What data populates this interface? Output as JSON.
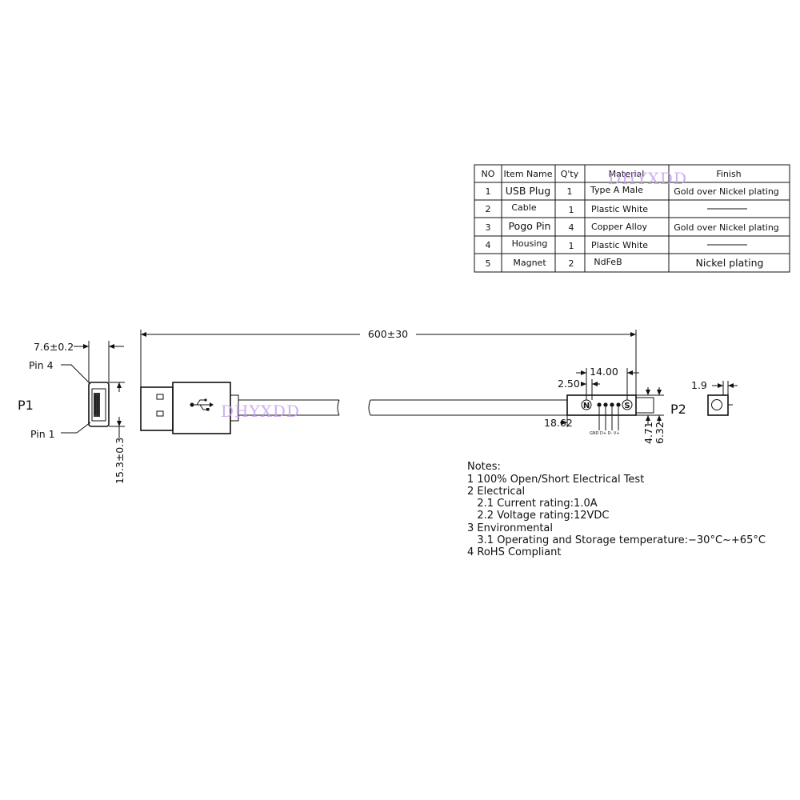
{
  "table": {
    "headers": [
      "NO",
      "Item Name",
      "Q'ty",
      "Material",
      "Finish"
    ],
    "rows": [
      [
        "1",
        "USB Plug",
        "1",
        "Type A Male",
        "Gold over Nickel plating"
      ],
      [
        "2",
        "Cable",
        "1",
        "Plastic  White",
        ""
      ],
      [
        "3",
        "Pogo Pin",
        "4",
        "Copper  Alloy",
        "Gold over Nickel plating"
      ],
      [
        "4",
        "Housing",
        "1",
        "Plastic  White",
        ""
      ],
      [
        "5",
        "Magnet",
        "2",
        "NdFeB",
        "Nickel plating"
      ]
    ]
  },
  "watermark": "DHYXDD",
  "labels": {
    "p1": "P1",
    "p2": "P2",
    "pin4": "Pin 4",
    "pin1": "Pin 1"
  },
  "dimensions": {
    "d_width_p1": "7.6±0.2",
    "d_height_p1": "15.3±0.3",
    "d_length": "600±30",
    "d_14": "14.00",
    "d_250": "2.50",
    "d_1862": "18.62",
    "d_471": "4.71",
    "d_632": "6.32",
    "d_19": "1.9"
  },
  "pogo": {
    "left_mark": "N",
    "right_mark": "S",
    "pins_label": "GND D+ D- V+"
  },
  "notes": {
    "title": "Notes:",
    "lines": [
      "1 100% Open/Short Electrical Test",
      "2 Electrical",
      "   2.1 Current rating:1.0A",
      "   2.2 Voltage rating:12VDC",
      "3 Environmental",
      "   3.1 Operating and Storage temperature:−30°C~+65°C",
      "4 RoHS Compliant"
    ]
  }
}
